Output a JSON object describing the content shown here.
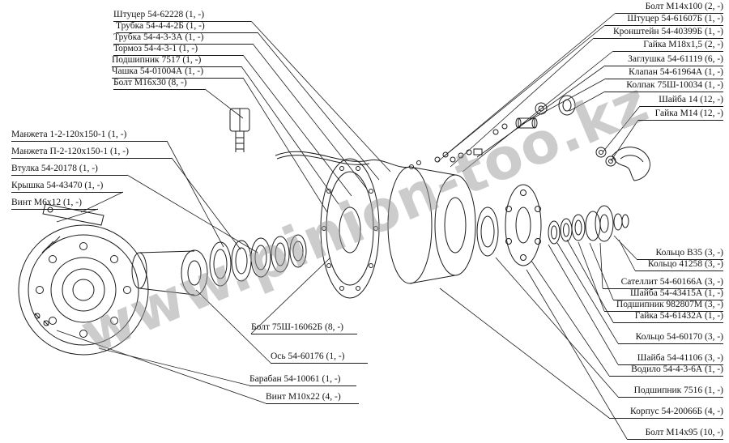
{
  "diagram": {
    "watermark": "www.pinion-too.kz",
    "colors": {
      "line": "#1b1b1b",
      "watermark": "#9a9a9a",
      "background": "#ffffff"
    },
    "labels": [
      {
        "text": "Штуцер 54-62228 (1, -)"
      },
      {
        "text": "Трубка 54-4-4-2Б (1, -)"
      },
      {
        "text": "Трубка 54-4-3-3А (1, -)"
      },
      {
        "text": "Тормоз 54-4-3-1 (1, -)"
      },
      {
        "text": "Подшипник 7517 (1, -)"
      },
      {
        "text": "Чашка 54-01004А (1, -)"
      },
      {
        "text": "Болт М16х30 (8, -)"
      },
      {
        "text": "Манжета 1-2-120х150-1 (1, -)"
      },
      {
        "text": "Манжета П-2-120х150-1 (1, -)"
      },
      {
        "text": "Втулка 54-20178 (1, -)"
      },
      {
        "text": "Крышка 54-43470 (1, -)"
      },
      {
        "text": "Винт М6х12 (1, -)"
      },
      {
        "text": "Болт М14х100 (2, -)"
      },
      {
        "text": "Штуцер 54-61607Б (1, -)"
      },
      {
        "text": "Кронштейн 54-40399Б (1, -)"
      },
      {
        "text": "Гайка М18х1,5 (2, -)"
      },
      {
        "text": "Заглушка 54-61119 (6, -)"
      },
      {
        "text": "Клапан 54-61964А (1, -)"
      },
      {
        "text": "Колпак 75Ш-10034 (1, -)"
      },
      {
        "text": "Шайба 14 (12, -)"
      },
      {
        "text": "Гайка М14 (12, -)"
      },
      {
        "text": "Кольцо В35 (3, -)"
      },
      {
        "text": "Кольцо 41258 (3, -)"
      },
      {
        "text": "Сателлит 54-60166А (3, -)"
      },
      {
        "text": "Шайба 54-43415А (1, -)"
      },
      {
        "text": "Подшипник 982807М (3, -)"
      },
      {
        "text": "Гайка 54-61432А (1, -)"
      },
      {
        "text": "Кольцо 54-60170 (3, -)"
      },
      {
        "text": "Шайба 54-41106 (3, -)"
      },
      {
        "text": "Водило 54-4-3-6А (1, -)"
      },
      {
        "text": "Подшипник 7516 (1, -)"
      },
      {
        "text": "Корпус 54-20066Б (4, -)"
      },
      {
        "text": "Болт М14х95 (10, -)"
      },
      {
        "text": "Болт 75Ш-16062Б (8, -)"
      },
      {
        "text": "Ось 54-60176 (1, -)"
      },
      {
        "text": "Барабан 54-10061 (1, -)"
      },
      {
        "text": "Винт М10х22 (4, -)"
      }
    ]
  }
}
